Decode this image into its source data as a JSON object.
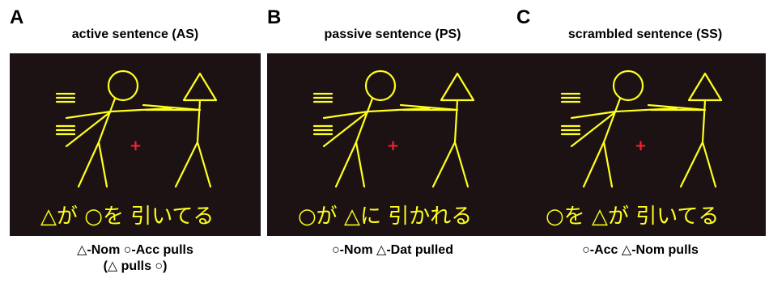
{
  "panels": [
    {
      "letter": "A",
      "title": "active sentence (AS)",
      "sentence": "△が ○を 引いてる",
      "caption_line1": "△-Nom ○-Acc pulls",
      "caption_line2": "(△ pulls ○)"
    },
    {
      "letter": "B",
      "title": "passive sentence (PS)",
      "sentence": "○が △に 引かれる",
      "caption_line1": "○-Nom △-Dat pulled",
      "caption_line2": ""
    },
    {
      "letter": "C",
      "title": "scrambled sentence (SS)",
      "sentence": "○を △が 引いてる",
      "caption_line1": "○-Acc △-Nom pulls",
      "caption_line2": ""
    }
  ],
  "colors": {
    "stimulus_background": "#1c1214",
    "figure_yellow": "#ffff1e",
    "fixation_red": "#ff2030"
  },
  "icons": [
    "circle-head-figure-icon",
    "triangle-head-figure-icon",
    "fixation-cross-icon",
    "motion-lines-icon"
  ]
}
